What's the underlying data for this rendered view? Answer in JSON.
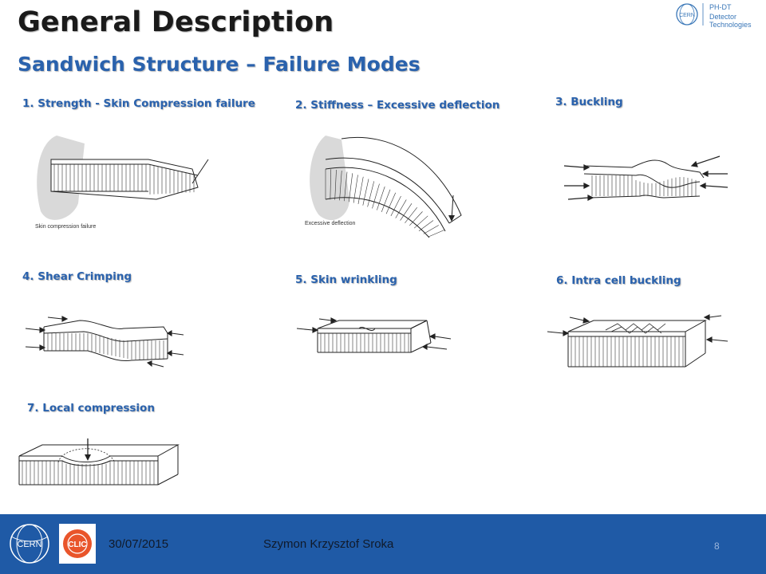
{
  "header": {
    "title": "General Description",
    "subtitle": "Sandwich Structure – Failure Modes"
  },
  "top_logo": {
    "emblem_text": "CERN",
    "line1": "PH-DT",
    "line2": "Detector Technologies"
  },
  "figures": [
    {
      "caption": "1. Strength - Skin Compression failure",
      "label": "Skin compression failure"
    },
    {
      "caption": "2. Stiffness – Excessive deflection",
      "label": "Excessive deflection"
    },
    {
      "caption": "3. Buckling"
    },
    {
      "caption": "4. Shear Crimping"
    },
    {
      "caption": "5. Skin wrinkling"
    },
    {
      "caption": "6. Intra cell buckling"
    },
    {
      "caption": "7. Local compression"
    }
  ],
  "footer": {
    "date": "30/07/2015",
    "author": "Szymon Krzysztof Sroka",
    "page_number": "8",
    "cern_logo_text": "CERN",
    "clic_logo_text": "CLIC"
  },
  "colors": {
    "accent": "#2a62ad",
    "footer_bg": "#1f5aa6"
  }
}
